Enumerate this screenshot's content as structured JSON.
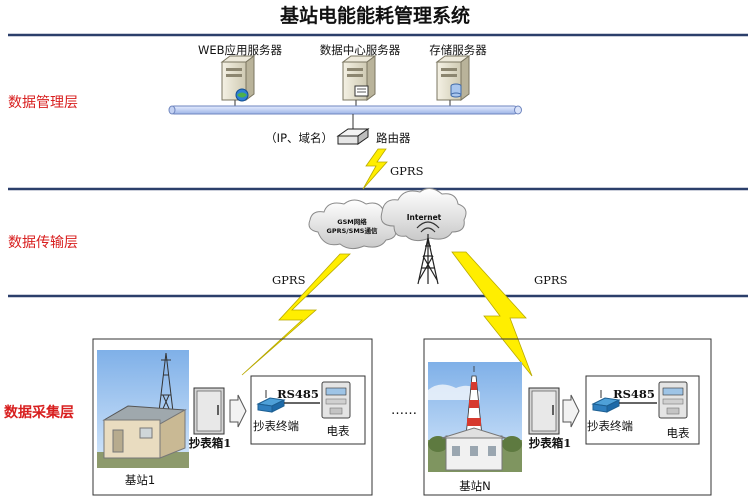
{
  "title": "基站电能能耗管理系统",
  "layers": {
    "management": "数据管理层",
    "transmission": "数据传输层",
    "collection": "数据采集层"
  },
  "servers": [
    {
      "label": "WEB应用服务器"
    },
    {
      "label": "数据中心服务器"
    },
    {
      "label": "存储服务器"
    }
  ],
  "router": {
    "prefix": "（IP、域名）",
    "label": "路由器"
  },
  "links": {
    "gprs_top": "GPRS",
    "gprs_left": "GPRS",
    "gprs_right": "GPRS",
    "rs485": "RS485"
  },
  "clouds": {
    "gsm_line1": "GSM网络",
    "gsm_line2": "GPRS/SMS通信",
    "internet": "Internet"
  },
  "stations": [
    {
      "name": "基站1",
      "box": "抄表箱1",
      "terminal": "抄表终端",
      "meter": "电表"
    },
    {
      "name": "基站N",
      "box": "抄表箱1",
      "terminal": "抄表终端",
      "meter": "电表"
    }
  ],
  "ellipsis": "……",
  "colors": {
    "layer_text": "#d81e1e",
    "divider": "#2b3f6b",
    "bus": "#b8c8ee",
    "bolt": "#ffee00"
  }
}
